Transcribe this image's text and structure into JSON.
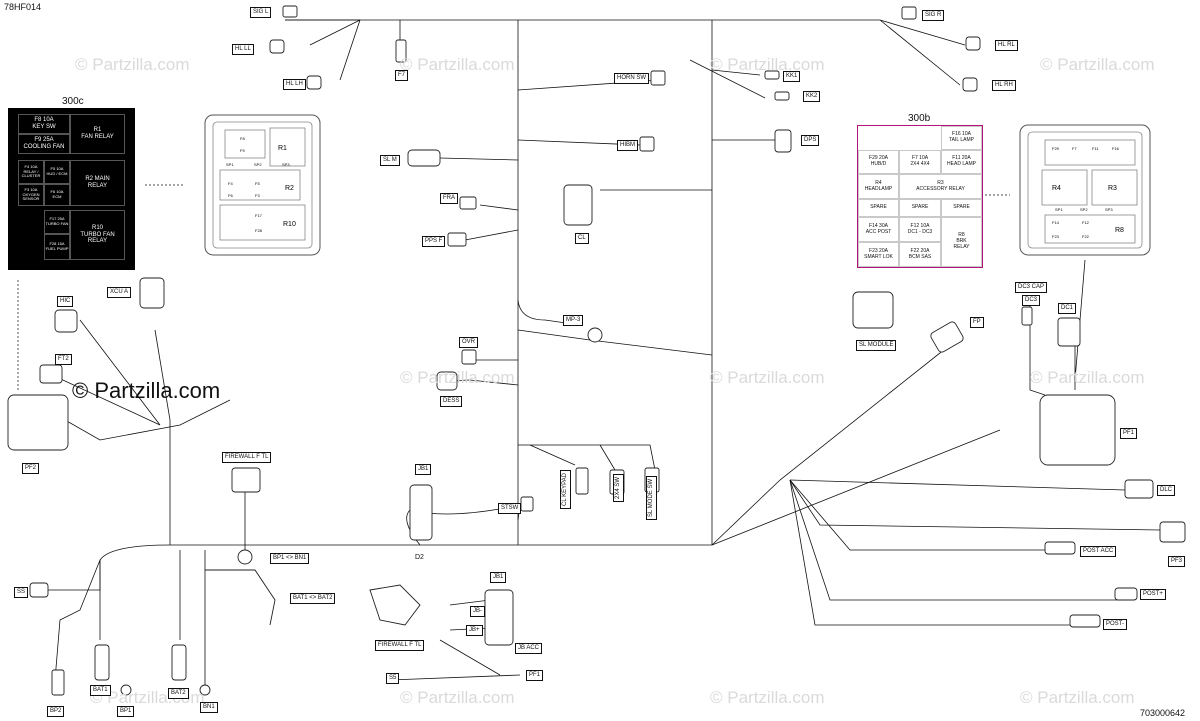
{
  "diagram_id": "78HF014",
  "part_number": "703000642",
  "brand": "© Partzilla.com",
  "watermark": "© Partzilla.com",
  "fuse_box_c": {
    "title": "300c",
    "cells": [
      {
        "l1": "F8      10A",
        "l2": "KEY SW"
      },
      {
        "l1": "R1",
        "l2": "FAN RELAY"
      },
      {
        "l1": "F9      25A",
        "l2": "COOLING FAN"
      },
      {
        "l1": "F4      10A",
        "l2": "RELAY / CLUSTER"
      },
      {
        "l1": "F5      10A",
        "l2": "HUD / ECM"
      },
      {
        "l1": "R2 MAIN",
        "l2": "RELAY"
      },
      {
        "l1": "F6      10A",
        "l2": "ECM"
      },
      {
        "l1": "F3      10A",
        "l2": "OXYGEN SENSOR"
      },
      {
        "l1": "F17      25A",
        "l2": "TURBO FAN"
      },
      {
        "l1": "R10",
        "l2": "TURBO FAN",
        "l3": "RELAY"
      },
      {
        "l1": "F28      15A",
        "l2": "FUEL PUMP"
      }
    ]
  },
  "fuse_box_b": {
    "title": "300b",
    "cells": [
      {
        "l1": "F16    10A",
        "l2": "TAIL LAMP"
      },
      {
        "l1": "F29    20A",
        "l2": "HUB/D"
      },
      {
        "l1": "F7    10A",
        "l2": "2X4  4X4"
      },
      {
        "l1": "F11    20A",
        "l2": "HEAD LAMP"
      },
      {
        "l1": "R4",
        "l2": "HEADLAMP"
      },
      {
        "l1": "R3",
        "l2": "ACCESSORY RELAY"
      },
      {
        "l1": "SPARE"
      },
      {
        "l1": "SPARE"
      },
      {
        "l1": "SPARE"
      },
      {
        "l1": "F14    30A",
        "l2": "ACC POST"
      },
      {
        "l1": "F12    10A",
        "l2": "DC1 - DC3"
      },
      {
        "l1": "R8",
        "l2": "BRK",
        "l3": "RELAY"
      },
      {
        "l1": "F23    20A",
        "l2": "SMART LOK"
      },
      {
        "l1": "F22    20A",
        "l2": "BCM SAS"
      }
    ]
  },
  "module_c": {
    "r1": "R1",
    "r2": "R2",
    "r10": "R10",
    "f": [
      "F8",
      "F9",
      "F4",
      "F5",
      "F6",
      "F3",
      "F17",
      "F28"
    ],
    "sp": [
      "SP1",
      "SP2",
      "SP3"
    ]
  },
  "module_b": {
    "r4": "R4",
    "r3": "R3",
    "r8": "R8",
    "f": [
      "F16",
      "F29",
      "F7",
      "F11",
      "F14",
      "F12",
      "F23",
      "F22"
    ],
    "sp": [
      "SP1",
      "SP2",
      "SP3"
    ]
  },
  "labels": {
    "sig_l": "SIG L",
    "hl_ll": "HL LL",
    "hl_lh": "HL LH",
    "f7": "F7",
    "sig_r": "SIG R",
    "hl_rl": "HL RL",
    "hl_rh": "HL RH",
    "kk1": "KK1",
    "kk2": "KK2",
    "horn_sw": "HORN SW",
    "hibm": "HIBM",
    "dps": "DPS",
    "sl_m": "SL M",
    "fra": "FRA",
    "pps_f": "PPS F",
    "cl": "CL",
    "xcu_a": "XCU A",
    "hic": "HIC",
    "ft2": "FT2",
    "pf2": "PF2",
    "mp3": "MP-3",
    "ovr": "OVR",
    "dess": "DESS",
    "sl_module": "SL MODULE",
    "fp": "FP",
    "dc3_cap": "DC3 CAP",
    "dc3": "DC3",
    "dc1": "DC1",
    "pf1": "PF1",
    "dlc": "DLC",
    "post_acc": "POST ACC",
    "pf3": "PF3",
    "post_plus": "POST+",
    "post_minus": "POST-",
    "firewall_f_tl": "FIREWALL F TL",
    "firewall_f_tl_2": "FIREWALL F TL",
    "bp1_bn1": "BP1 <> BN1",
    "bat1_bat2": "BAT1 <> BAT2",
    "jb1": "JB1",
    "jb1_b": "JB1",
    "stsw": "STSW",
    "cl_keypad": "CL KEYPAD",
    "sw_2x4": "2X4 SW",
    "sl_mode_sw": "SL MODE SW",
    "d2": "D2",
    "jb_minus": "JB-",
    "jb_plus": "JB+",
    "jb_acc": "JB ACC",
    "ss": "SS",
    "s5": "S5",
    "pf1_b": "PF1",
    "bp2": "BP2",
    "bat1": "BAT1",
    "bp1": "BP1",
    "bat2": "BAT2",
    "bn1": "BN1"
  }
}
